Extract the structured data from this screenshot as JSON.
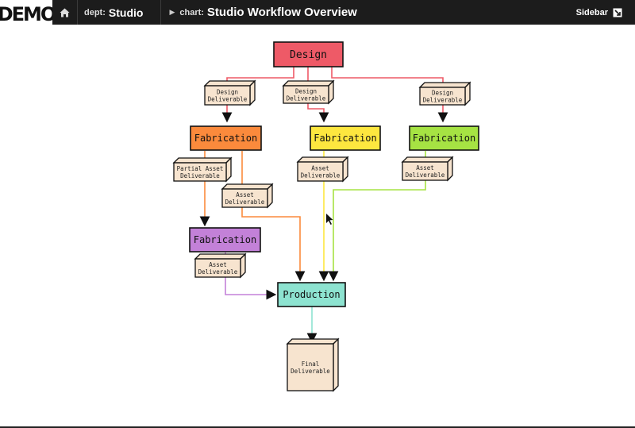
{
  "app": {
    "logo": "DEMO",
    "dept_label": "dept:",
    "dept_value": "Studio",
    "chart_label": "chart:",
    "chart_title": "Studio Workflow Overview",
    "sidebar_label": "Sidebar",
    "icons": {
      "home": "home-icon",
      "caret": "caret-right-icon",
      "sidebar": "sidebar-toggle-icon"
    }
  },
  "diagram": {
    "colors": {
      "design": "#ee5a67",
      "fab_orange": "#fb8a3c",
      "fab_yellow": "#fde73f",
      "fab_green": "#a6e343",
      "fab_purple": "#c381d8",
      "production": "#8de3d0",
      "deliverable": "#f7e4cf"
    },
    "nodes": {
      "design": "Design",
      "fab_orange": "Fabrication",
      "fab_yellow": "Fabrication",
      "fab_green": "Fabrication",
      "fab_purple": "Fabrication",
      "production": "Production"
    },
    "deliverables": {
      "design_left": [
        "Design",
        "Deliverable"
      ],
      "design_mid": [
        "Design",
        "Deliverable"
      ],
      "design_right": [
        "Design",
        "Deliverable"
      ],
      "partial_asset": [
        "Partial Asset",
        "Deliverable"
      ],
      "asset_orange": [
        "Asset",
        "Deliverable"
      ],
      "asset_yellow": [
        "Asset",
        "Deliverable"
      ],
      "asset_green": [
        "Asset",
        "Deliverable"
      ],
      "asset_purple": [
        "Asset",
        "Deliverable"
      ],
      "final": [
        "Final",
        "Deliverable"
      ]
    }
  }
}
